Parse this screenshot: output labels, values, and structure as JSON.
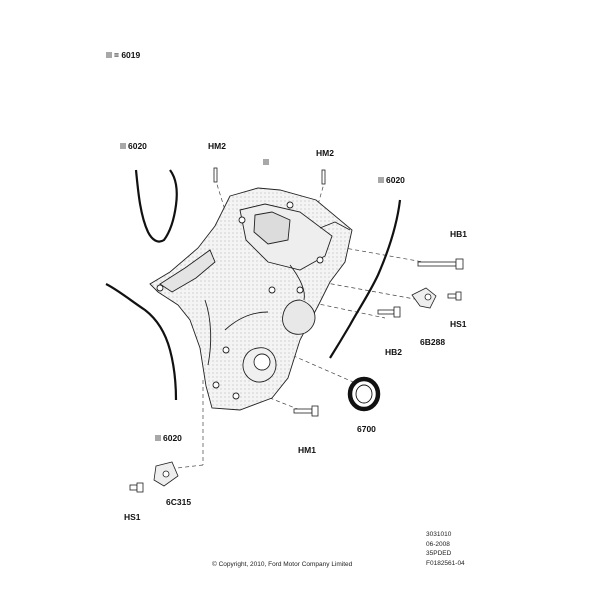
{
  "legend": {
    "equals": "= 6019"
  },
  "callouts": {
    "gasket_left_top": "6020",
    "hm2_left": "HM2",
    "hm2_right": "HM2",
    "gasket_right": "6020",
    "hb1": "HB1",
    "hs1_right": "HS1",
    "hb2": "HB2",
    "sensor_6b288": "6B288",
    "seal_6700": "6700",
    "hm1": "HM1",
    "gasket_left_bottom": "6020",
    "sensor_6c315": "6C315",
    "hs1_left": "HS1"
  },
  "reference": {
    "line1": "3031010",
    "line2": "06-2008",
    "line3": "35PDED",
    "line4": "F0182561-04"
  },
  "copyright": "© Copyright, 2010, Ford Motor Company Limited"
}
